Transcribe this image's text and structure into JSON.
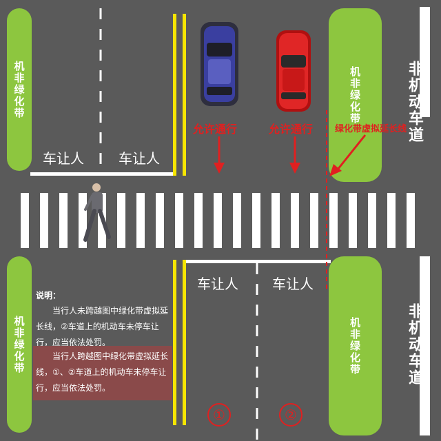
{
  "green_belts": {
    "top_left": "机非绿化带",
    "bottom_left": "机非绿化带",
    "top_right": "机非绿化带",
    "bottom_right": "机非绿化带"
  },
  "non_motor_lane": {
    "top": "非机动车道",
    "bottom": "非机动车道"
  },
  "yield": {
    "top_left_1": "车让人",
    "top_left_2": "车让人",
    "bottom_1": "车让人",
    "bottom_2": "车让人"
  },
  "arrows": {
    "lane1": "允许通行",
    "lane2": "允许通行",
    "extension": "绿化带虚拟延长线"
  },
  "notes": {
    "title": "说明：",
    "line1": "当行人未跨越图中绿化带虚拟延长线，②车道上的机动车未停车让行，应当依法处罚。",
    "line2": "当行人跨越图中绿化带虚拟延长线，①、②车道上的机动车未停车让行，应当依法处罚。"
  },
  "lane_numbers": {
    "one": "①",
    "two": "②"
  },
  "colors": {
    "road": "#5a5a5a",
    "green_belt": "#8dc63f",
    "stop_line": "#ffffff",
    "yellow_line": "#f7e600",
    "red": "#e02020",
    "note_highlight": "#8a4a4a"
  },
  "car_colors": {
    "lane1": "blue",
    "lane2": "red"
  }
}
